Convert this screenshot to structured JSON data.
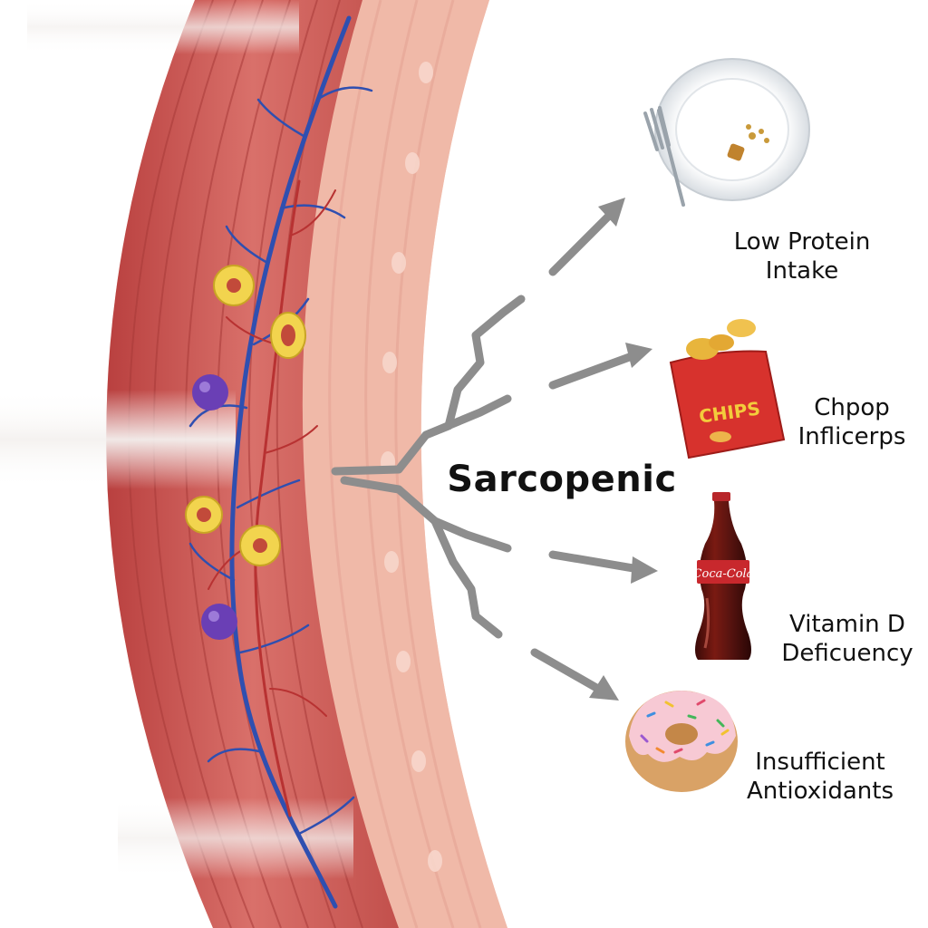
{
  "title": "Sarcopenic",
  "factors": [
    {
      "label": "Low Protein\nIntake",
      "icon": "plate-fork-icon"
    },
    {
      "label": "Chpop\nInflicerps",
      "icon": "chips-bag-icon"
    },
    {
      "label": "Vitamin D\nDeficuency",
      "icon": "cola-bottle-icon"
    },
    {
      "label": "Insufficient\nAntioxidants",
      "icon": "donut-icon"
    }
  ],
  "chips_bag_text": "CHIPS",
  "bottle_text": "Coca-Cola",
  "colors": {
    "muscle_red": "#cf5a55",
    "muscle_light": "#f4c3b4",
    "vein_blue": "#2f4fb0",
    "artery_red": "#b83232",
    "fat_cell_yellow": "#f2d44e",
    "immune_cell_purple": "#6a3fb5",
    "arrow_gray": "#8d8d8d"
  }
}
